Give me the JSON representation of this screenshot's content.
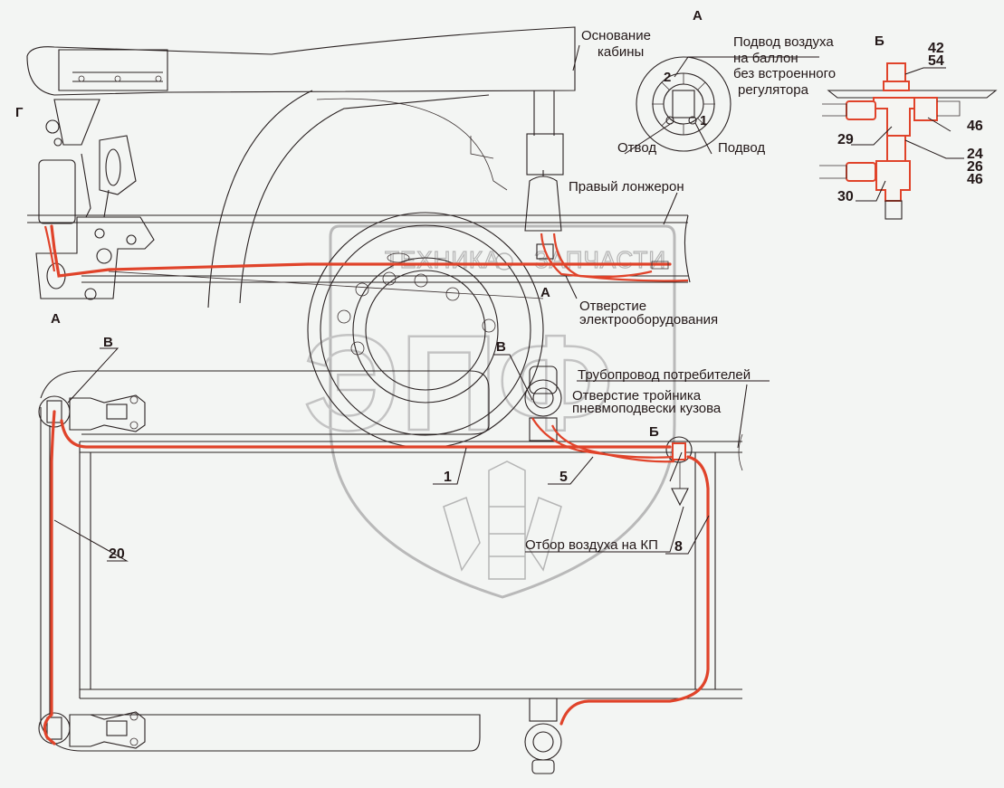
{
  "diagram": {
    "title": "Air suspension pneumatic piping diagram",
    "colors": {
      "pipe": "#e0432a",
      "line": "#2a2222",
      "background": "#f3f5f3",
      "watermark": "#b9b9b9"
    },
    "watermark": {
      "left": "ТЕХНИКА",
      "right": "ЗАПЧАСТИ",
      "logo": "ЭПФ"
    },
    "views": {
      "view_a": "А",
      "view_b": "Б",
      "view_v_top": "В",
      "view_v_mid": "В",
      "view_g": "Г",
      "arrow_a_left": "А",
      "arrow_a_mid": "А",
      "arrow_b": "Б"
    },
    "labels": {
      "cabin_base_1": "Основание",
      "cabin_base_2": "кабины",
      "air_supply_1": "Подвод воздуха",
      "air_supply_2": "на баллон",
      "air_supply_3": "без встроенного",
      "air_supply_4": "регулятора",
      "outlet": "Отвод",
      "inlet": "Подвод",
      "right_member": "Правый лонжерон",
      "elec_hole_1": "Отверстие",
      "elec_hole_2": "электрооборудования",
      "consumer_pipe": "Трубопровод потребителей",
      "tee_hole_1": "Отверстие тройника",
      "tee_hole_2": "пневмоподвески кузова",
      "air_takeoff": "Отбор воздуха на КП"
    },
    "detail_a_ports": {
      "port_2": "2",
      "port_1": "1"
    },
    "part_numbers": {
      "p42": "42",
      "p54": "54",
      "p46a": "46",
      "p29": "29",
      "p24": "24",
      "p26": "26",
      "p46b": "46",
      "p30": "30",
      "p1": "1",
      "p5": "5",
      "p8": "8",
      "p20": "20"
    }
  }
}
